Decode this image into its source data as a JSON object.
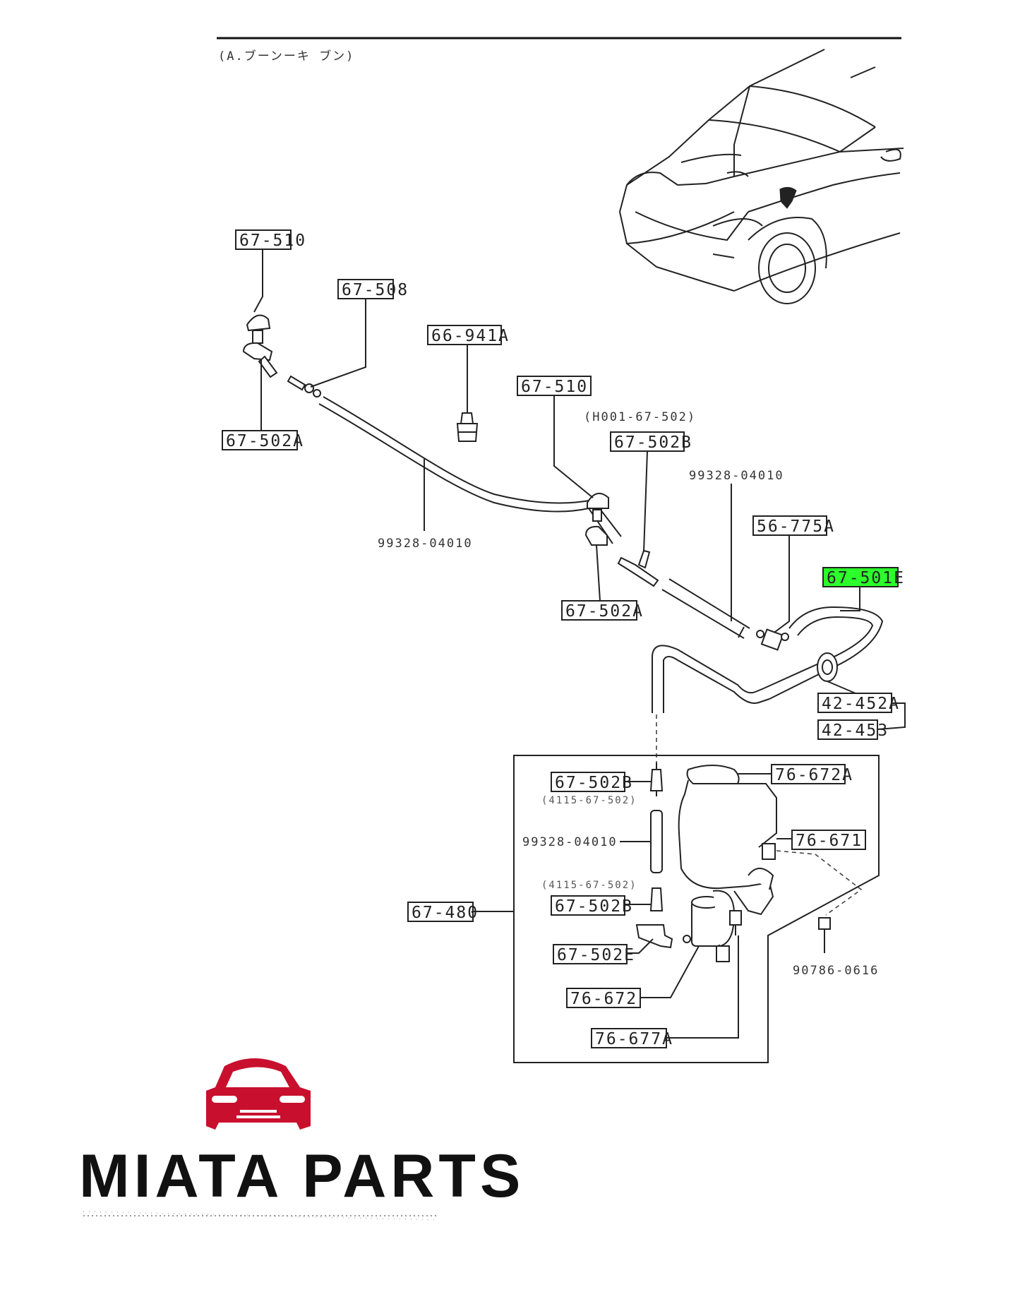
{
  "header": {
    "section_label": "(A.ブーンーキ ブン)"
  },
  "parts": {
    "p_67_510_a": "67-510",
    "p_67_508": "67-508",
    "p_66_941a": "66-941A",
    "p_67_502a_a": "67-502A",
    "p_67_510_b": "67-510",
    "p_h001_ref": "(H001-67-502)",
    "p_67_502b_a": "67-502B",
    "p_99328_a": "99328-04010",
    "p_99328_b": "99328-04010",
    "p_56_775a": "56-775A",
    "p_67_501e": "67-501E",
    "p_67_502a_b": "67-502A",
    "p_42_452a": "42-452A",
    "p_42_453": "42-453",
    "p_67_502b_b": "67-502B",
    "p_ref_4115_a": "(4115-67-502)",
    "p_99328_c": "99328-04010",
    "p_ref_4115_b": "(4115-67-502)",
    "p_67_480": "67-480",
    "p_67_502b_c": "67-502B",
    "p_67_502e": "67-502E",
    "p_76_672": "76-672",
    "p_76_677a": "76-677A",
    "p_76_672a": "76-672A",
    "p_76_671": "76-671",
    "p_90786": "90786-0616"
  },
  "brand": {
    "name": "MIATA PARTS",
    "logo_color": "#c8102e"
  },
  "colors": {
    "highlight": "#2cff2c",
    "ink": "#222222"
  }
}
